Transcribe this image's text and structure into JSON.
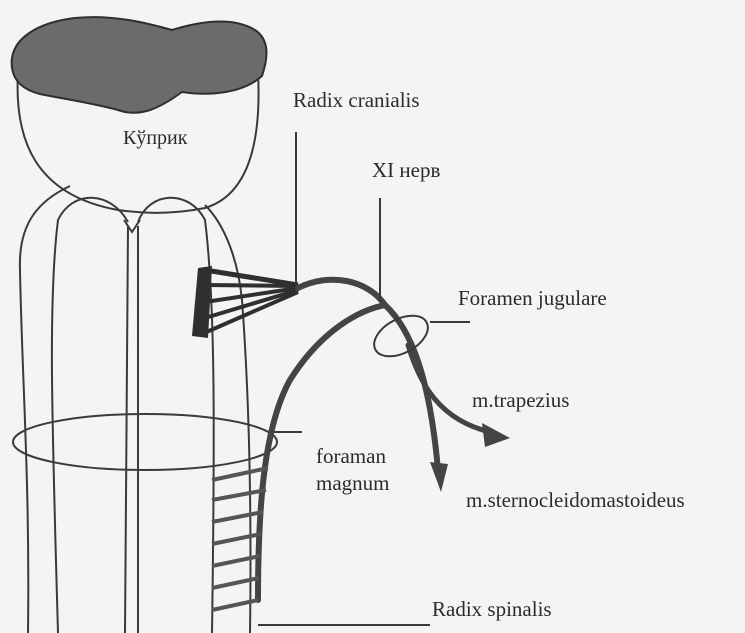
{
  "labels": {
    "pons": "Кўприк",
    "radix_cranialis": "Radix cranialis",
    "xi_nerve": "XI нерв",
    "foramen_jugulare": "Foramen jugulare",
    "m_trapezius": "m.trapezius",
    "foraman_magnum_line1": "foraman",
    "foraman_magnum_line2": "magnum",
    "m_sternocleidomastoideus": "m.sternocleidomastoideus",
    "radix_spinalis": "Radix spinalis"
  },
  "colors": {
    "background": "#f4f4f4",
    "line": "#3a3a3a",
    "nerve": "#444444",
    "pons_top": "#6b6b6b",
    "text": "#2b2b2b"
  }
}
